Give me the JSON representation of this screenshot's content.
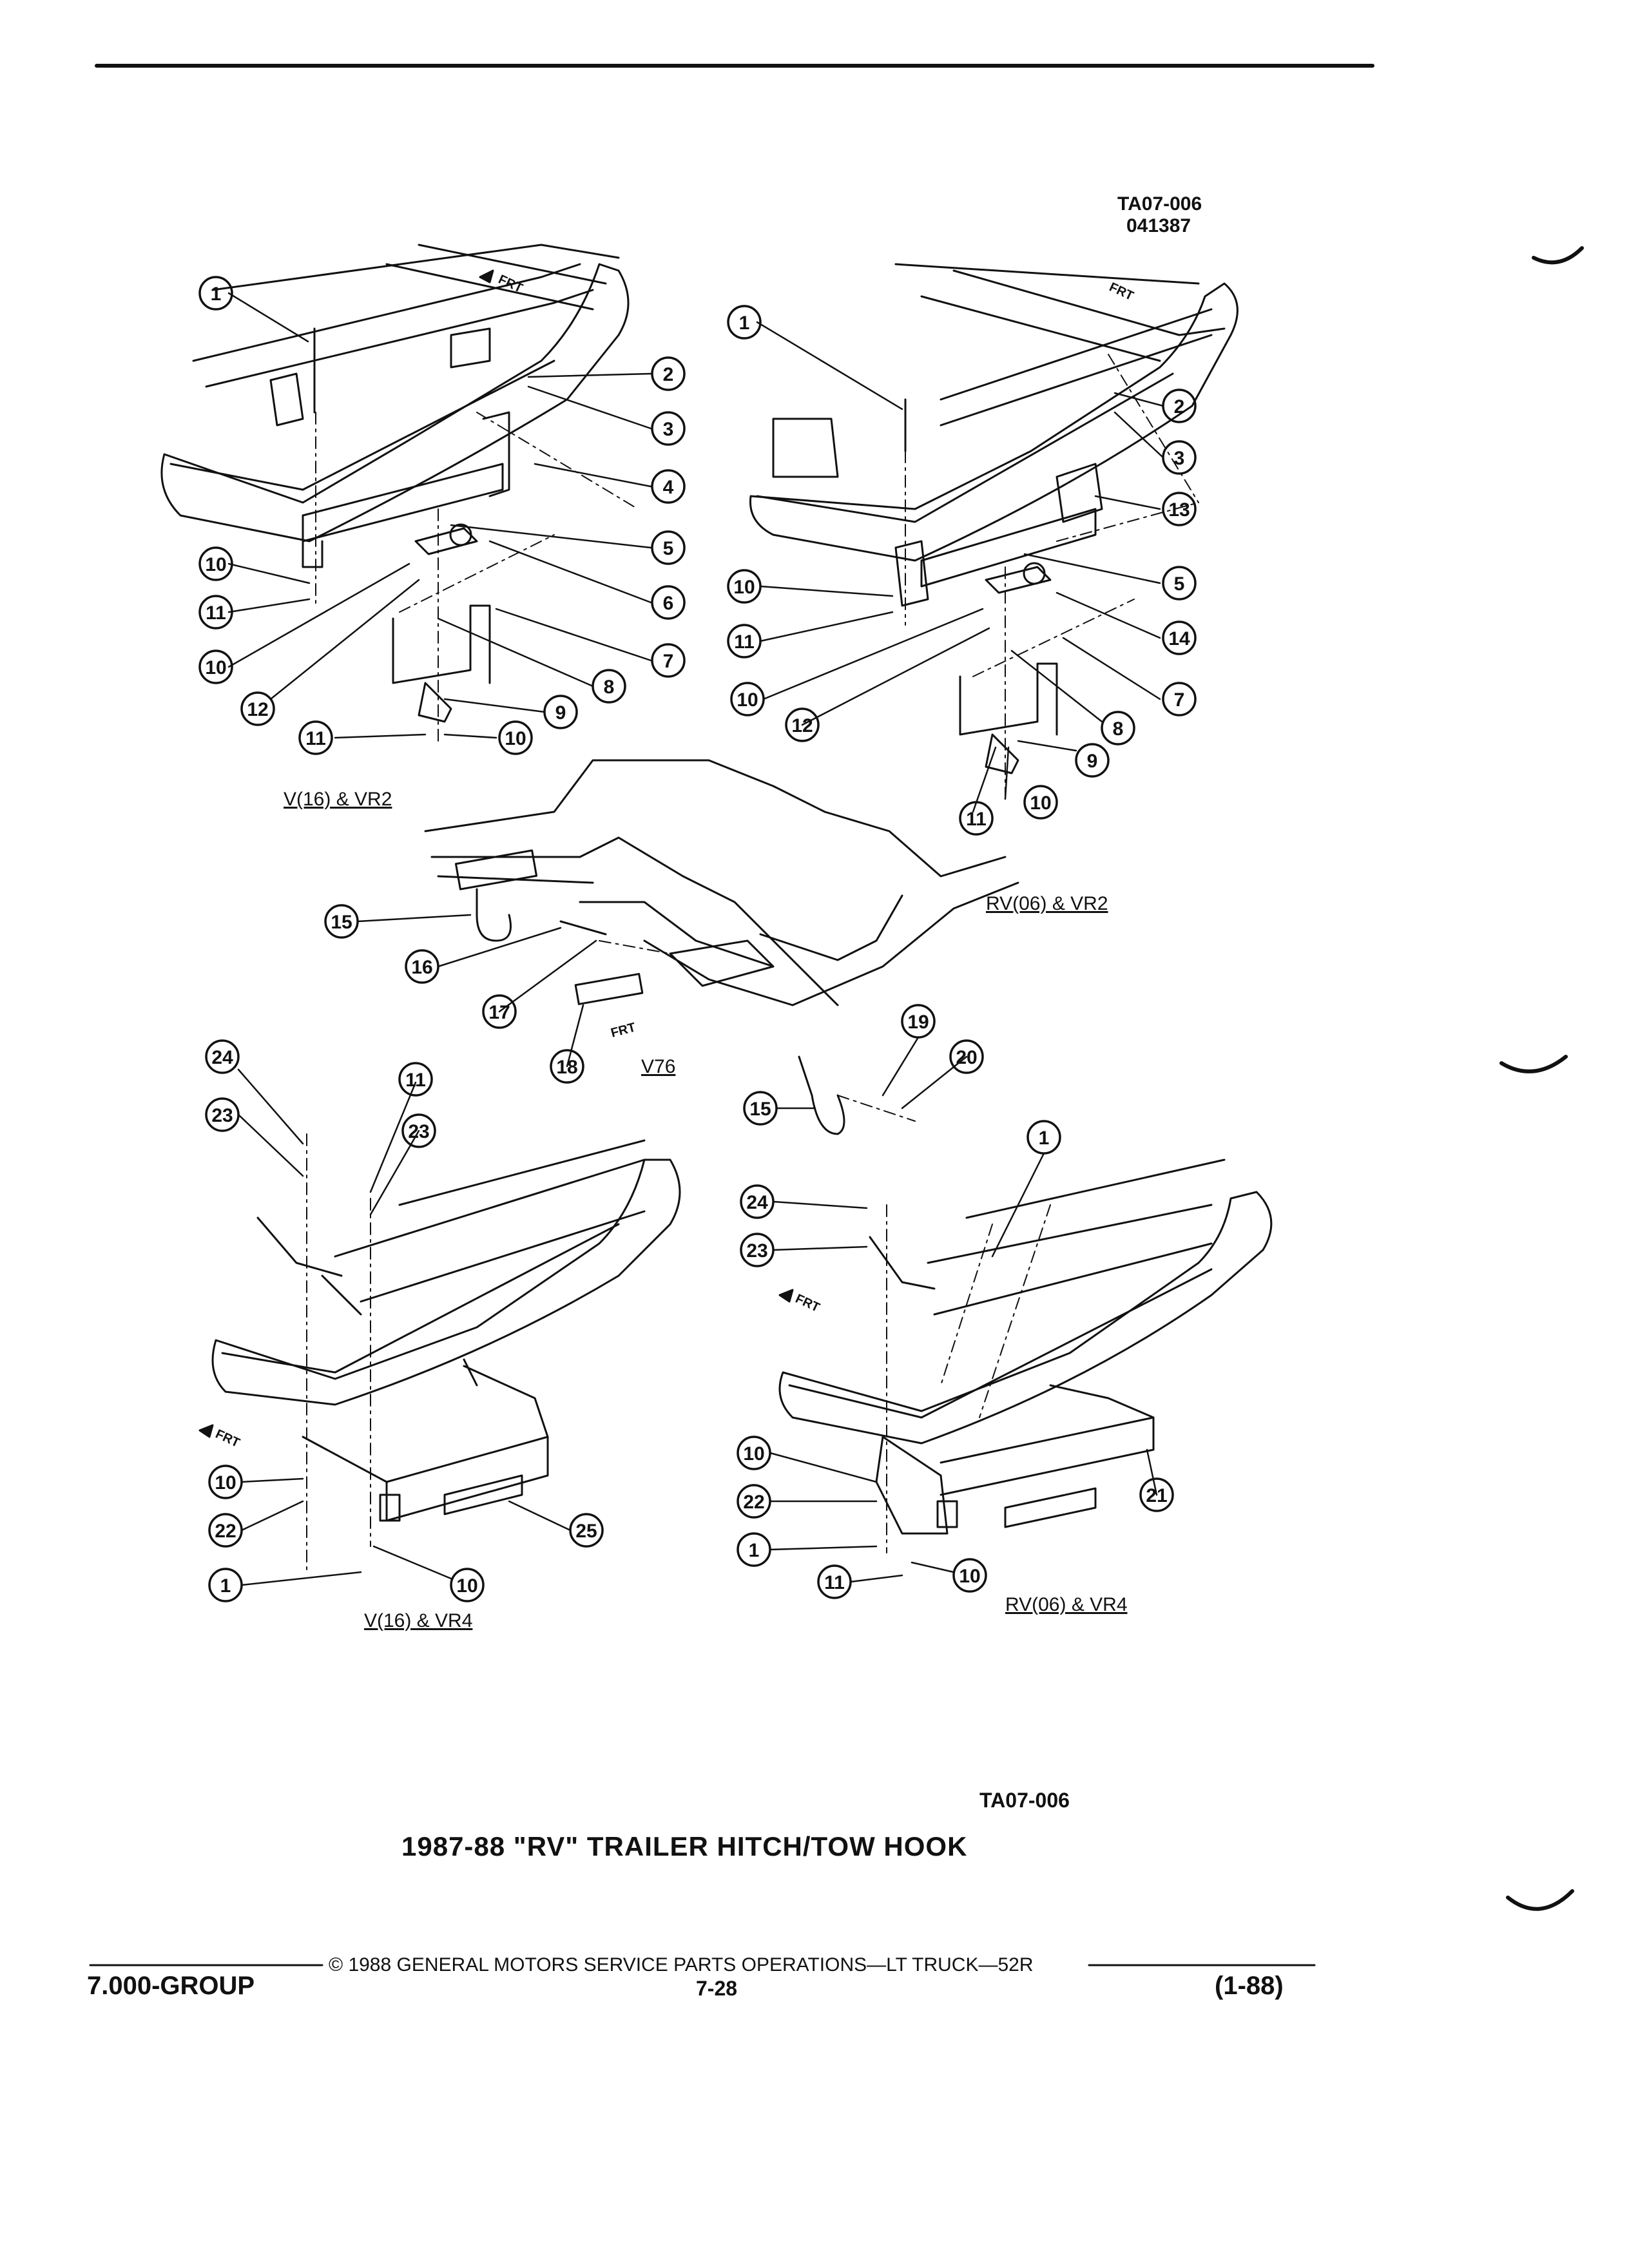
{
  "header": {
    "drawing_id": "TA07-006",
    "drawing_date": "041387"
  },
  "labels": {
    "front_marker": "FRT",
    "v16_vr2": "V(16) & VR2",
    "rv06_vr2": "RV(06) & VR2",
    "v76": "V76",
    "v16_vr4": "V(16) & VR4",
    "rv06_vr4": "RV(06) & VR4"
  },
  "figure": {
    "id": "TA07-006",
    "title": "1987-88 \"RV\" TRAILER HITCH/TOW HOOK"
  },
  "footer": {
    "copyright": "© 1988 GENERAL MOTORS SERVICE PARTS OPERATIONS—LT TRUCK—52R",
    "group": "7.000-GROUP",
    "page": "7-28",
    "revision": "(1-88)"
  },
  "callouts": {
    "tl": [
      "1",
      "2",
      "3",
      "4",
      "5",
      "6",
      "7",
      "8",
      "9",
      "10",
      "10",
      "10",
      "11",
      "11",
      "12"
    ],
    "tr": [
      "1",
      "2",
      "3",
      "13",
      "5",
      "14",
      "7",
      "8",
      "9",
      "10",
      "10",
      "10",
      "11",
      "11",
      "12"
    ],
    "mid": [
      "15",
      "16",
      "17",
      "18",
      "19",
      "20",
      "15"
    ],
    "bl": [
      "24",
      "23",
      "11",
      "23",
      "10",
      "22",
      "1",
      "10",
      "25"
    ],
    "br": [
      "1",
      "24",
      "23",
      "10",
      "22",
      "1",
      "11",
      "10",
      "21"
    ]
  },
  "colors": {
    "ink": "#111111",
    "paper": "#ffffff"
  }
}
